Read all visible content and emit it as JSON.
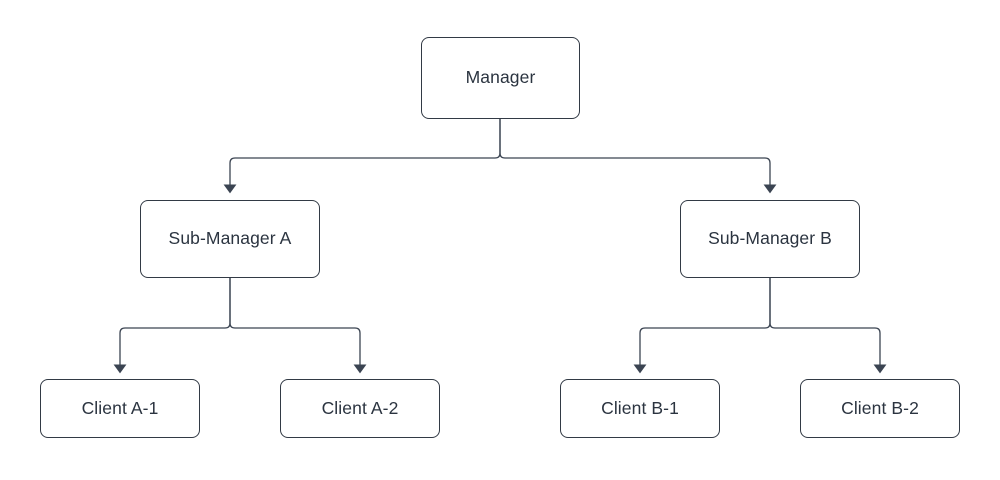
{
  "diagram": {
    "type": "org-chart",
    "title": "",
    "background_color": "#ffffff",
    "node_border_color": "#323a45",
    "node_fill_color": "#ffffff",
    "text_color": "#2b3440",
    "connector_color": "#3b4452",
    "arrowhead_style": "filled-triangle",
    "connector_routing": "orthogonal-elbow",
    "nodes": {
      "manager": {
        "label": "Manager"
      },
      "sub_manager_a": {
        "label": "Sub-Manager A"
      },
      "sub_manager_b": {
        "label": "Sub-Manager B"
      },
      "client_a_1": {
        "label": "Client A-1"
      },
      "client_a_2": {
        "label": "Client A-2"
      },
      "client_b_1": {
        "label": "Client B-1"
      },
      "client_b_2": {
        "label": "Client B-2"
      }
    },
    "edges": [
      {
        "from": "manager",
        "to": "sub_manager_a"
      },
      {
        "from": "manager",
        "to": "sub_manager_b"
      },
      {
        "from": "sub_manager_a",
        "to": "client_a_1"
      },
      {
        "from": "sub_manager_a",
        "to": "client_a_2"
      },
      {
        "from": "sub_manager_b",
        "to": "client_b_1"
      },
      {
        "from": "sub_manager_b",
        "to": "client_b_2"
      }
    ]
  }
}
